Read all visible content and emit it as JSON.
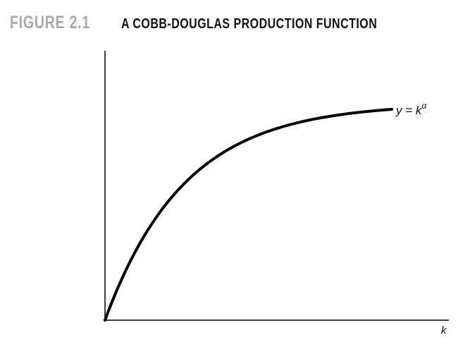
{
  "figure": {
    "number": "FIGURE 2.1",
    "title": "A COBB-DOUGLAS PRODUCTION FUNCTION"
  },
  "chart_data": {
    "type": "line",
    "title": "A COBB-DOUGLAS PRODUCTION FUNCTION",
    "xlabel": "k",
    "ylabel": "",
    "grid": false,
    "series": [
      {
        "name": "y = k^α",
        "label_parts": {
          "base": "y = k",
          "exponent": "α"
        },
        "function": "power",
        "exponent_shown_as": "α"
      }
    ],
    "axis_ticks": false,
    "colors": {
      "curve": "#000000",
      "axes": "#000000",
      "figure_number": "#a7a9ac"
    }
  }
}
